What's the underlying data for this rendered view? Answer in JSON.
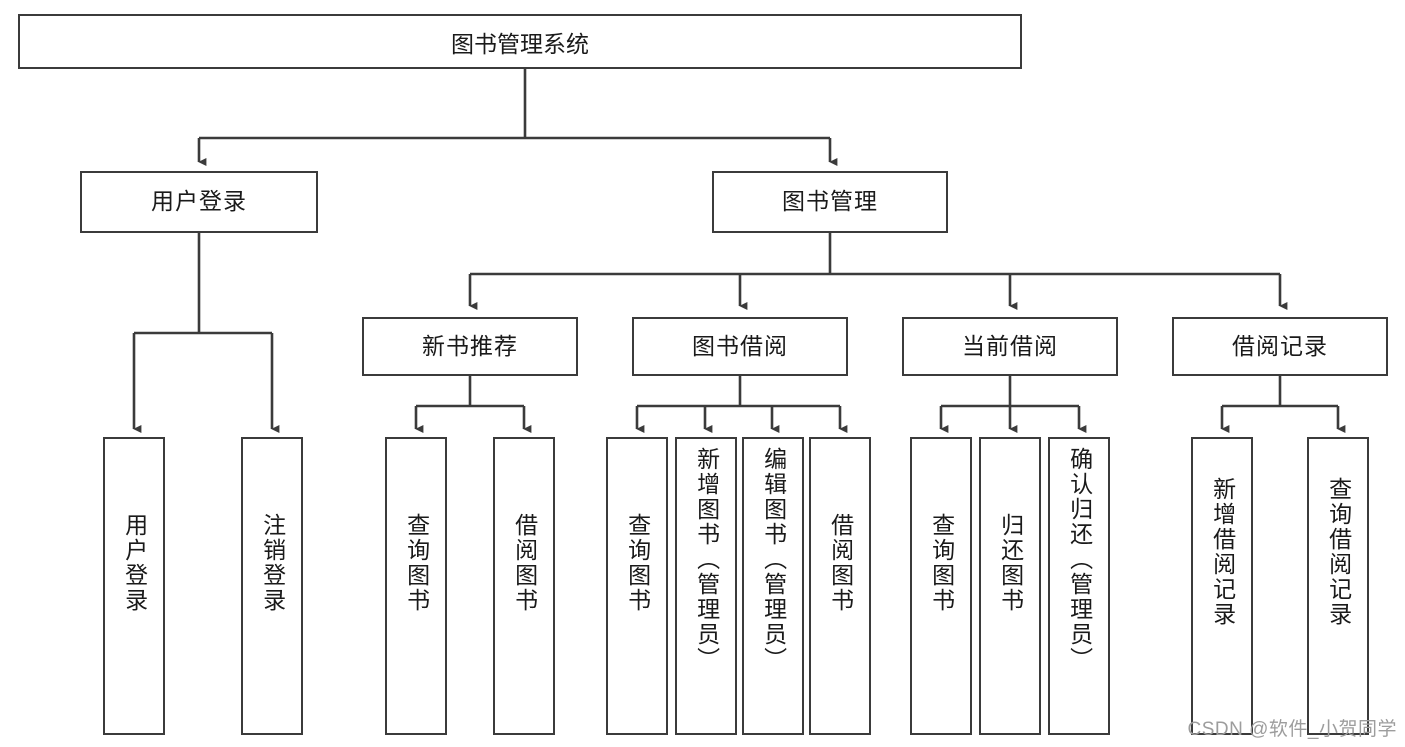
{
  "diagram": {
    "title": "图书管理系统",
    "type": "tree",
    "root": {
      "label": "图书管理系统"
    },
    "level2": [
      {
        "label": "用户登录"
      },
      {
        "label": "图书管理"
      }
    ],
    "level3": [
      {
        "label": "新书推荐"
      },
      {
        "label": "图书借阅"
      },
      {
        "label": "当前借阅"
      },
      {
        "label": "借阅记录"
      }
    ],
    "leaves": {
      "user_login": [
        {
          "label": "用户登录"
        },
        {
          "label": "注销登录"
        }
      ],
      "new_book": [
        {
          "label": "查询图书"
        },
        {
          "label": "借阅图书"
        }
      ],
      "book_borrow": [
        {
          "label": "查询图书"
        },
        {
          "label": "新增图书（管理员）"
        },
        {
          "label": "编辑图书（管理员）"
        },
        {
          "label": "借阅图书"
        }
      ],
      "current_borrow": [
        {
          "label": "查询图书"
        },
        {
          "label": "归还图书"
        },
        {
          "label": "确认归还（管理员）"
        }
      ],
      "borrow_record": [
        {
          "label": "新增借阅记录"
        },
        {
          "label": "查询借阅记录"
        }
      ]
    }
  },
  "watermark": {
    "text": "CSDN @软件_小贺同学"
  },
  "colors": {
    "stroke": "#3b3b3b",
    "text": "#1a1a1a",
    "background": "#ffffff",
    "watermark": "#9d9d9d"
  }
}
